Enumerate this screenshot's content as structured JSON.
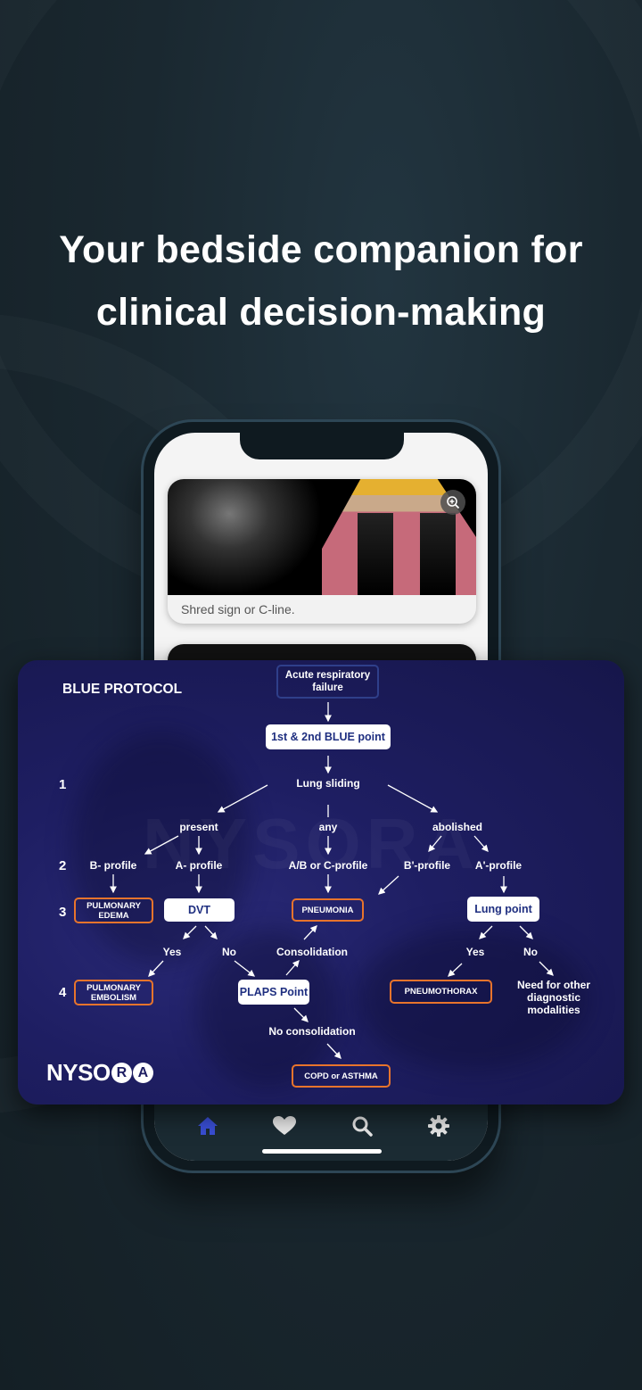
{
  "headline": {
    "line1": "Your bedside companion for",
    "line2": "clinical decision-making"
  },
  "colors": {
    "background": "#1a2830",
    "diagram_bg": "#1e1e62",
    "accent_orange": "#e8742c",
    "tab_active": "#3a4fd6"
  },
  "app": {
    "cards": [
      {
        "caption": "Shred sign or C-line.",
        "icon": "zoom-in-icon"
      }
    ],
    "tabs": [
      {
        "name": "home",
        "icon": "home-icon",
        "active": true
      },
      {
        "name": "favorites",
        "icon": "heart-icon"
      },
      {
        "name": "search",
        "icon": "search-icon"
      },
      {
        "name": "settings",
        "icon": "gear-icon"
      }
    ]
  },
  "diagram": {
    "title": "BLUE PROTOCOL",
    "step_numbers": [
      "1",
      "2",
      "3",
      "4"
    ],
    "start": "Acute respiratory failure",
    "blue_point": "1st & 2nd BLUE point",
    "lung_sliding": "Lung sliding",
    "present": "present",
    "any": "any",
    "abolished": "abolished",
    "b_profile": "B- profile",
    "a_profile": "A- profile",
    "ab_c_profile": "A/B or C-profile",
    "b_prime_profile": "B'-profile",
    "a_prime_profile": "A'-profile",
    "pulmonary_edema": "PULMONARY EDEMA",
    "dvt": "DVT",
    "pneumonia": "PNEUMONIA",
    "lung_point": "Lung point",
    "dvt_yes": "Yes",
    "dvt_no": "No",
    "consolidation": "Consolidation",
    "lp_yes": "Yes",
    "lp_no": "No",
    "pulmonary_embolism": "PULMONARY EMBOLISM",
    "plaps_point": "PLAPS Point",
    "pneumothorax": "PNEUMOTHORAX",
    "other_modalities": "Need for other diagnostic modalities",
    "no_consolidation": "No consolidation",
    "copd_asthma": "COPD or ASTHMA",
    "watermark": "NYSORA",
    "logo": "NYSORA"
  }
}
